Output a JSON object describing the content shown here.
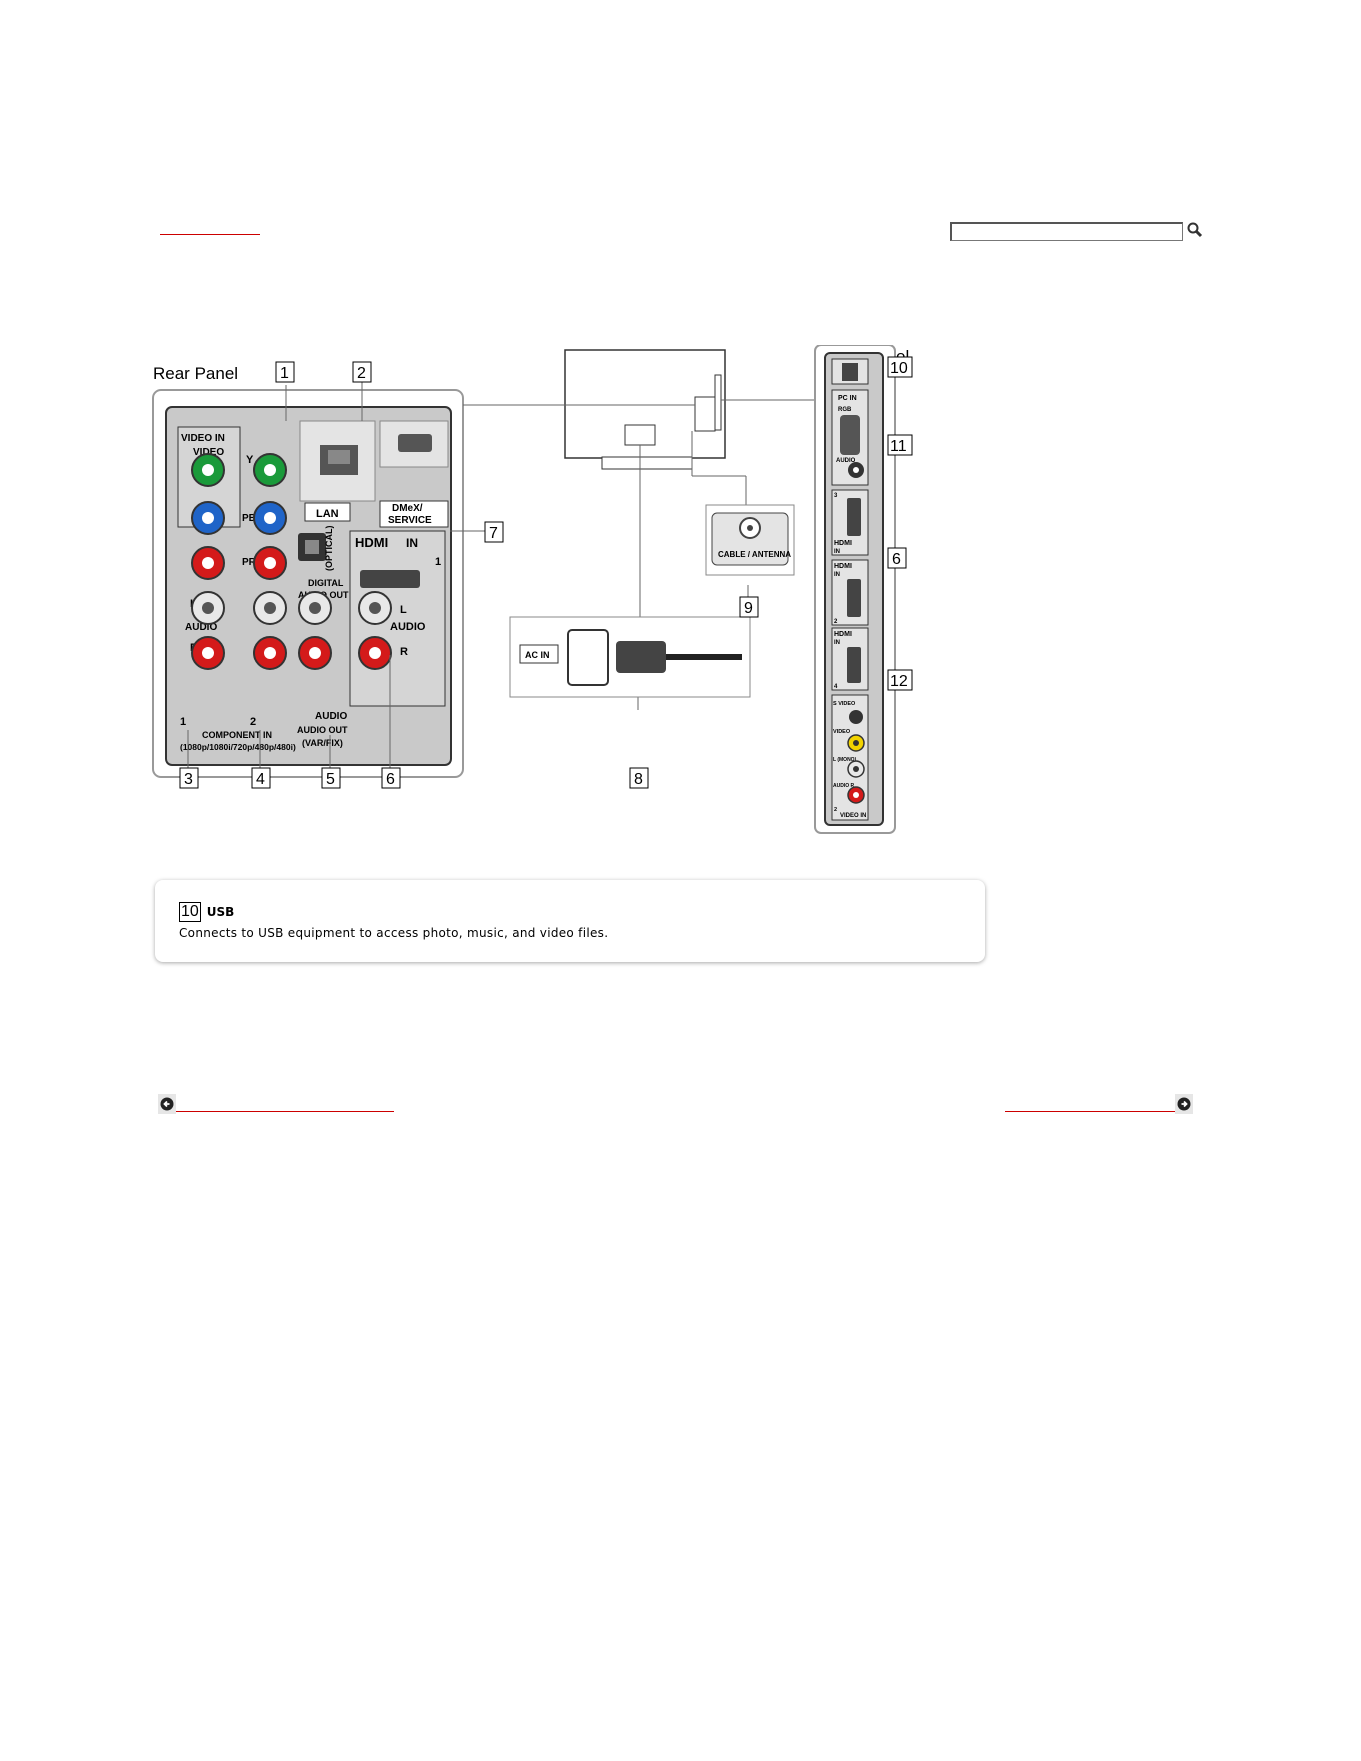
{
  "header": {
    "link_label": "",
    "search_placeholder": ""
  },
  "diagram": {
    "rear_panel_title": "Rear Panel",
    "side_panel_title": "Side Panel",
    "callouts": [
      "1",
      "2",
      "3",
      "4",
      "5",
      "6",
      "7",
      "8",
      "9",
      "10",
      "11",
      "12"
    ],
    "rear": {
      "video_in": "VIDEO IN",
      "video": "VIDEO",
      "y": "Y",
      "pb": "PB",
      "pr": "PR",
      "l": "L",
      "r": "R",
      "audio": "AUDIO",
      "input1": "1",
      "input2": "2",
      "component_in": "COMPONENT IN",
      "component_res": "(1080p/1080i/720p/480p/480i)",
      "lan": "LAN",
      "dmex_service_1": "DMeX/",
      "dmex_service_2": "SERVICE",
      "optical": "(OPTICAL)",
      "digital_audio_out_1": "DIGITAL",
      "digital_audio_out_2": "AUDIO OUT",
      "hdmi": "HDMI",
      "in": "IN",
      "hdmi_num": "1",
      "audio_out": "AUDIO OUT",
      "var_fix": "(VAR/FIX)"
    },
    "center": {
      "cable_antenna": "CABLE / ANTENNA",
      "ac_in": "AC IN"
    },
    "side": {
      "pc_in": "PC IN",
      "rgb": "RGB",
      "audio": "AUDIO",
      "hdmi": "HDMI",
      "in": "IN",
      "hdmi_nums": [
        "3",
        "2",
        "4"
      ],
      "s_video": "S VIDEO",
      "video": "VIDEO",
      "l_mono": "L (MONO)",
      "audio_r": "AUDIO R",
      "video_in": "VIDEO IN",
      "video_in_num": "2"
    }
  },
  "description": {
    "number": "10",
    "title": "USB",
    "text": "Connects to USB equipment to access photo, music, and video files."
  },
  "footer": {
    "prev_label": "",
    "next_label": ""
  },
  "colors": {
    "link_red": "#cc0000",
    "jack_green": "#1a9a3a",
    "jack_blue": "#1f64c8",
    "jack_red": "#d41a1a",
    "jack_white": "#e8e8e8",
    "jack_yellow": "#f2d300",
    "panel_gray": "#c9c9c9"
  }
}
